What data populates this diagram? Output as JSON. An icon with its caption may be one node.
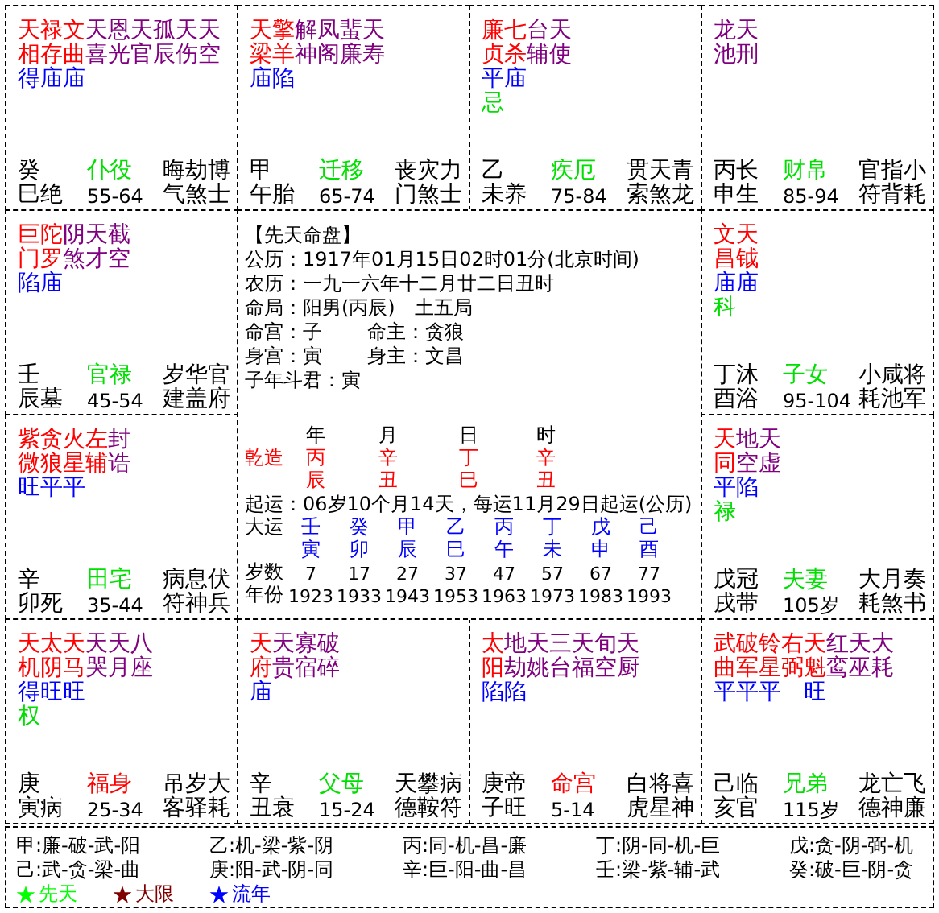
{
  "diagram": {
    "nodes": [
      {
        "text": [
          "天禄文天恩天孤天天",
          "相存曲喜光官辰伤空",
          "得庙庙",
          "癸",
          "巳绝",
          "仆役",
          "55-64",
          "晦劫博",
          "气煞士"
        ]
      },
      {
        "text": [
          "天擎解凤蜚天",
          "梁羊神阁廉寿",
          "庙陷",
          "甲",
          "午胎",
          "迁移",
          "65-74",
          "丧灾力",
          "门煞士"
        ]
      },
      {
        "text": [
          "廉七台天",
          "贞杀辅使",
          "平庙",
          "忌",
          "乙",
          "未养",
          "疾厄",
          "75-84",
          "贯天青",
          "索煞龙"
        ]
      },
      {
        "text": [
          "龙天",
          "池刑",
          "丙长",
          "申生",
          "财帛",
          "85-94",
          "官指小",
          "符背耗"
        ]
      },
      {
        "text": [
          "巨陀阴天截",
          "门罗煞才空",
          "陷庙",
          "壬",
          "辰墓",
          "官禄",
          "45-54",
          "岁华官",
          "建盖府"
        ]
      },
      {
        "text": [
          "【先天命盘】",
          "公历：1917年01月15日02时01分(北京时间)",
          "农历：一九一六年十二月廿二日丑时",
          "命局：阳男(丙辰)　土五局",
          "命宫：子",
          "命主：贪狼",
          "身宫：寅",
          "身主：文昌",
          "子年斗君：寅",
          "年",
          "月",
          "日",
          "时",
          "乾造",
          "丙",
          "辛",
          "丁",
          "辛",
          "辰",
          "丑",
          "巳",
          "丑",
          "起运：06岁10个月14天，每运11月29日起运(公历)",
          "大运",
          "壬",
          "癸",
          "甲",
          "乙",
          "丙",
          "丁",
          "戊",
          "己",
          "寅",
          "卯",
          "辰",
          "巳",
          "午",
          "未",
          "申",
          "酉",
          "岁数",
          "7",
          "17",
          "27",
          "37",
          "47",
          "57",
          "67",
          "77",
          "年份",
          "1923",
          "1933",
          "1943",
          "1953",
          "1963",
          "1973",
          "1983",
          "1993"
        ]
      },
      {
        "text": [
          "文天",
          "昌钺",
          "庙庙",
          "科",
          "丁沐",
          "酉浴",
          "子女",
          "95-104",
          "小咸将",
          "耗池军"
        ]
      },
      {
        "text": [
          "紫贪火左封",
          "微狼星辅诰",
          "旺平平",
          "辛",
          "卯死",
          "田宅",
          "35-44",
          "病息伏",
          "符神兵"
        ]
      },
      {
        "text": [
          "天地天",
          "同空虚",
          "平陷",
          "禄",
          "戊冠",
          "戌带",
          "夫妻",
          "105岁",
          "大月奏",
          "耗煞书"
        ]
      },
      {
        "text": [
          "天太天天天八",
          "机阴马哭月座",
          "得旺旺",
          "权",
          "庚",
          "寅病",
          "福身",
          "25-34",
          "吊岁大",
          "客驿耗"
        ]
      },
      {
        "text": [
          "天天寡破",
          "府贵宿碎",
          "庙",
          "辛",
          "丑衰",
          "父母",
          "15-24",
          "天攀病",
          "德鞍符"
        ]
      },
      {
        "text": [
          "太地天三天旬天",
          "阳劫姚台福空厨",
          "陷陷",
          "庚帝",
          "子旺",
          "命宫",
          "5-14",
          "白将喜",
          "虎星神"
        ]
      },
      {
        "text": [
          "武破铃右天红天大",
          "曲军星弼魁鸾巫耗",
          "平平平　旺",
          "己临",
          "亥官",
          "兄弟",
          "115岁",
          "龙亡飞",
          "德神廉"
        ]
      },
      {
        "text": [
          "甲:廉-破-武-阳",
          "乙:机-梁-紫-阴",
          "丙:同-机-昌-廉",
          "丁:阴-同-机-巨",
          "戊:贪-阴-弼-机",
          "己:武-贪-梁-曲",
          "庚:阳-武-阴-同",
          "辛:巨-阳-曲-昌",
          "壬:梁-紫-辅-武",
          "癸:破-巨-阴-贪"
        ]
      }
    ],
    "legend": [
      {
        "text": "先天",
        "color": "#00ff00"
      },
      {
        "text": "大限",
        "color": "#800000"
      },
      {
        "text": "流年",
        "color": "#0000ff"
      }
    ]
  }
}
